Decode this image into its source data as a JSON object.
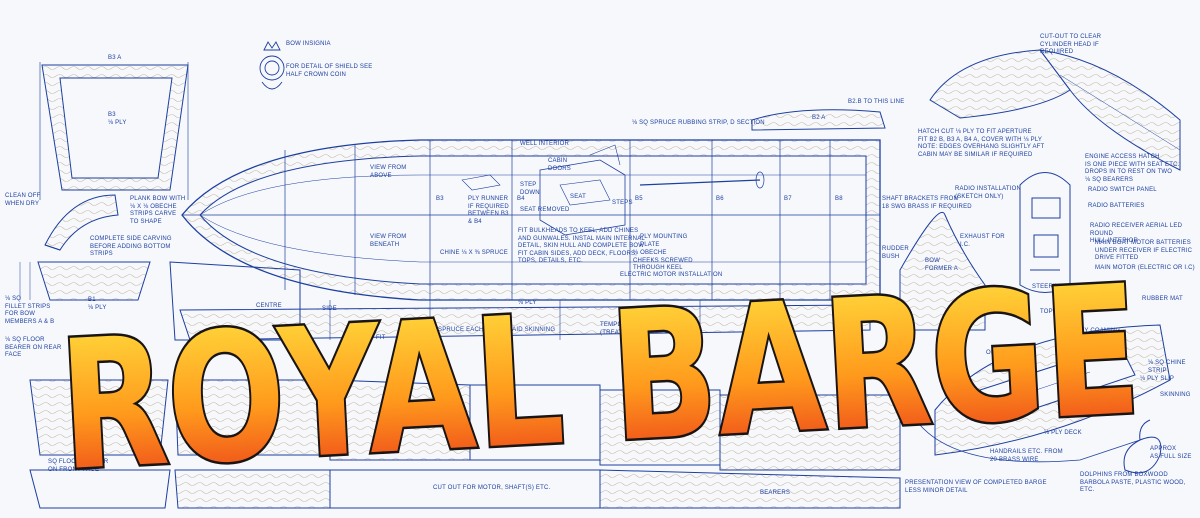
{
  "title": {
    "text": "ROYAL BARGE",
    "colors": {
      "top": "#ffe642",
      "mid": "#ff9a1c",
      "bottom": "#e8301a",
      "outline": "#1a1412"
    }
  },
  "colors": {
    "ink": "#1d3fa0",
    "paper": "#f6f8fc",
    "wood": "#c9a77c"
  },
  "labels": {
    "bow_insignia": "BOW INSIGNIA",
    "shield_detail": "FOR DETAIL OF SHIELD SEE\nHALF CROWN COIN",
    "b3_top": "B3 A",
    "b3": "B3\n⅛ PLY",
    "clean_off": "CLEAN OFF\nWHEN DRY",
    "plank_bow": "PLANK BOW WITH\n⅛ x ⅛ OBECHE\nSTRIPS CARVE\nTO SHAPE",
    "side_carving": "COMPLETE SIDE CARVING\nBEFORE ADDING BOTTOM\nSTRIPS",
    "rubbing_strip": "⅛ SQ SPRUCE RUBBING STRIP, D SECTION",
    "view_above": "VIEW FROM\nABOVE",
    "view_beneath": "VIEW FROM\nBENEATH",
    "ply_runner": "PLY RUNNER\nIF REQUIRED\nBETWEEN B3\n& B4",
    "chine": "CHINE ⅛ x ⅜ SPRUCE",
    "well_interior": "WELL INTERIOR",
    "cabin_doors": "CABIN\nDOORS",
    "step_down": "STEP\nDOWN",
    "seat": "SEAT",
    "steps": "STEPS",
    "seat_removed": "SEAT REMOVED",
    "fit_bulkheads": "FIT BULKHEADS TO KEEL, ADD CHINES\nAND GUNWALES. INSTAL MAIN INTERNAL\nDETAIL, SKIN HULL AND COMPLETE BOW\nFIT CABIN SIDES, ADD DECK, FLOORS,\nTOPS, DETAILS, ETC.",
    "ply_mounting": "PLY MOUNTING\nPLATE",
    "obeche_cheeks": "⅛ OBECHE\nCHEEKS SCREWED\nTHROUGH KEEL",
    "electric_motor": "ELECTRIC MOTOR INSTALLATION",
    "b2b_line": "B2.B TO THIS LINE",
    "b2a": "B2 A",
    "hatch": "HATCH   CUT ⅛ PLY TO FIT APERTURE\nFIT B2 B, B3 A, B4 A, COVER WITH ⅛ PLY\nNOTE: EDGES OVERHANG SLIGHTLY AFT\nCABIN MAY BE SIMILAR IF REQUIRED",
    "cut_out": "CUT-OUT TO CLEAR\nCYLINDER HEAD IF\nREQUIRED",
    "shaft_brackets": "SHAFT BRACKETS FROM\n18 SWG BRASS IF REQUIRED",
    "rudder_bush": "RUDDER\nBUSH",
    "engine_hatch": "ENGINE ACCESS HATCH\nIS ONE PIECE WITH SEAT ETC.\nDROPS IN TO REST ON TWO\n⅛ SQ BEARERS",
    "radio_install": "RADIO INSTALLATION\n(SKETCH ONLY)",
    "radio_switch": "RADIO SWITCH PANEL",
    "radio_batteries": "RADIO BATTERIES",
    "radio_receiver": "RADIO RECEIVER AERIAL LED ROUND\nHULL INTERIOR",
    "exhaust": "EXHAUST FOR\nI.C.",
    "main_batteries": "MAIN BOAT MOTOR BATTERIES\nUNDER RECEIVER IF ELECTRIC\nDRIVE FITTED",
    "main_motor": "MAIN MOTOR (ELECTRIC OR I.C)",
    "steering": "STEERING MECHANISM",
    "bow_former": "BOW\nFORMER A",
    "rubber_mat": "RUBBER MAT",
    "tops_ply": "TOPS ⅛ PLY",
    "ply_coaming": "⅛ PLY COAMING",
    "hatch_small": "OF HATCH",
    "chine_strip": "⅛ SQ CHINE\nSTRIP",
    "ply_slip": "⅛ PLY SLIP",
    "skinning": "SKINNING",
    "ply_deck": "⅛ PLY DECK",
    "handrails": "HANDRAILS ETC. FROM\n20 BRASS WIRE",
    "approx_full_size": "APPROX\nAS FULL SIZE",
    "dolphins": "DOLPHINS FROM BOXWOOD\nBARBOLA PASTE, PLASTIC WOOD, ETC.",
    "presentation": "PRESENTATION VIEW OF COMPLETED BARGE\nLESS MINOR DETAIL",
    "bearers": "BEARERS",
    "cut_motor": "CUT OUT FOR MOTOR, SHAFT(S) ETC.",
    "floor_bearer_front": "SQ FLOOR BEARER\nON FRONT FACE",
    "fillet_strips": "⅛ SQ\nFILLET STRIPS\nFOR BOW\nMEMBERS A & B",
    "b1": "B1\n⅛ PLY",
    "floor_bearer_rear": "⅛ SQ FLOOR\nBEARER ON REAR\nFACE",
    "centre": "CENTRE",
    "side": "SIDE",
    "fit": "FIT",
    "spruce_each_side": "⅛ SQ SPRUCE EACH SIDE TO AID SKINNING",
    "templates": "TEMPLATES FOR\n(TREAT AS",
    "ply_small": "⅛ PLY",
    "b3_small": "B3",
    "b4": "B4",
    "b5": "B5",
    "b6": "B6",
    "b7": "B7",
    "b8": "B8"
  }
}
